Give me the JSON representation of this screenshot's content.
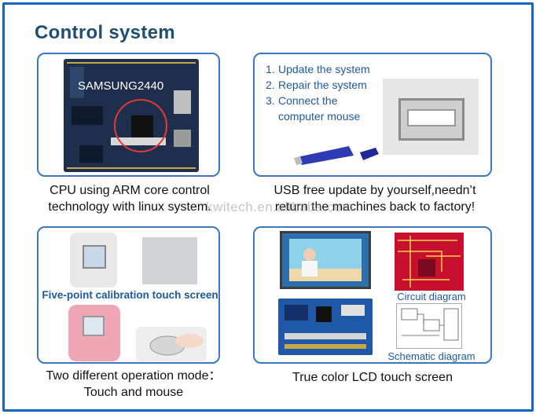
{
  "title": "Control system",
  "panel1": {
    "board_label": "SAMSUNG2440",
    "caption": [
      "CPU using  ARM core control",
      "technology with linux system."
    ]
  },
  "panel2": {
    "steps": [
      {
        "num": "1.",
        "text": "Update the system"
      },
      {
        "num": "2.",
        "text": "Repair the system"
      },
      {
        "num": "3.",
        "text": "Connect the"
      }
    ],
    "step3_cont": "computer mouse",
    "caption": [
      "USB free update by yourself,needn’t",
      "return the machines back to factory!"
    ]
  },
  "panel3": {
    "label": "Five-point calibration touch screen",
    "caption": [
      "Two different operation mode：",
      "Touch and mouse"
    ]
  },
  "panel4": {
    "circuit_label": "Circuit diagram",
    "schematic_label": "Schematic diagram",
    "caption": "True color LCD touch screen"
  },
  "watermark": "kwitech.en.alibaba.com",
  "colors": {
    "frame": "#1565c0",
    "panel_border": "#3a78c3",
    "title": "#1f4e6e",
    "accent_text": "#1e5aa0"
  }
}
